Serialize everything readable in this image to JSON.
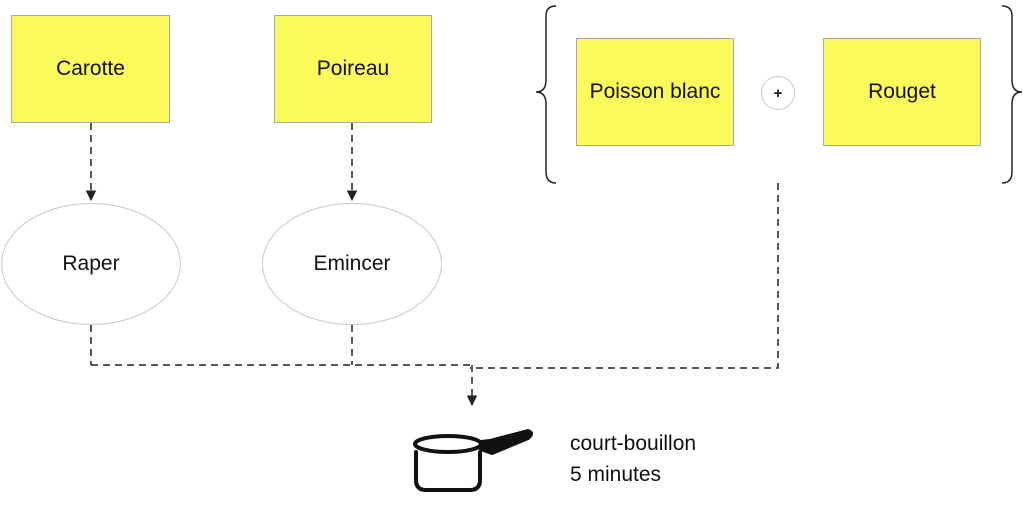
{
  "nodes": {
    "carotte": "Carotte",
    "poireau": "Poireau",
    "poisson_blanc": "Poisson blanc",
    "plus_sign": "+",
    "rouget": "Rouget",
    "raper": "Raper",
    "emincer": "Emincer"
  },
  "output": {
    "line1": "court-bouillon",
    "line2": "5 minutes",
    "icon": "saucepan-icon"
  },
  "colors": {
    "sticky": "#fafa5a",
    "sticky_border": "#a8a8a8",
    "oval_border": "#c9c9c9",
    "line": "#222222"
  }
}
